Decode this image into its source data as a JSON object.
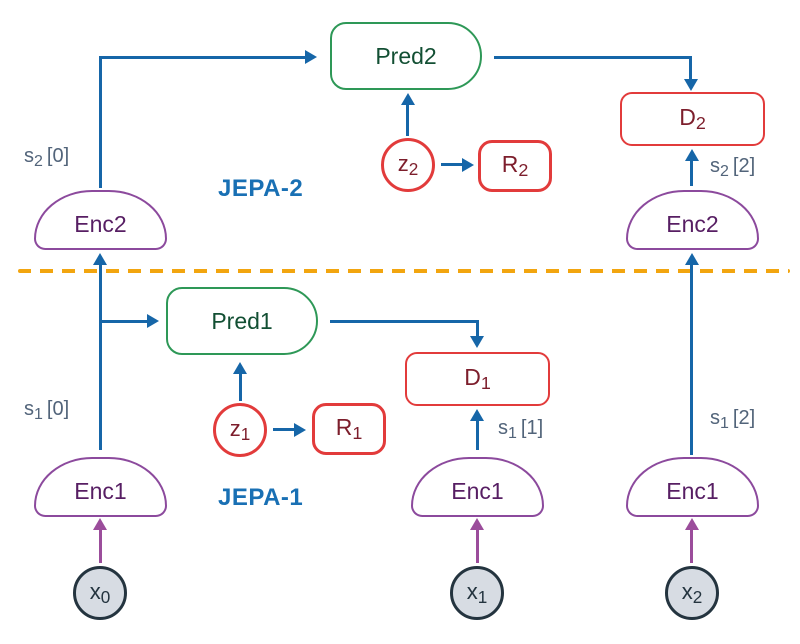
{
  "diagram": {
    "type": "hierarchical-jepa-architecture",
    "levels": {
      "jepa2": {
        "label": "JEPA-2",
        "pred": "Pred2",
        "enc_left": "Enc2",
        "enc_right": "Enc2",
        "d": {
          "base": "D",
          "sub": "2"
        },
        "r": {
          "base": "R",
          "sub": "2"
        },
        "z": {
          "base": "z",
          "sub": "2"
        },
        "s0": {
          "base": "s",
          "sub": "2",
          "index": "[0]"
        },
        "s2": {
          "base": "s",
          "sub": "2",
          "index": "[2]"
        }
      },
      "jepa1": {
        "label": "JEPA-1",
        "pred": "Pred1",
        "enc_left": "Enc1",
        "enc_mid": "Enc1",
        "enc_right": "Enc1",
        "d": {
          "base": "D",
          "sub": "1"
        },
        "r": {
          "base": "R",
          "sub": "1"
        },
        "z": {
          "base": "z",
          "sub": "1"
        },
        "s0": {
          "base": "s",
          "sub": "1",
          "index": "[0]"
        },
        "s1": {
          "base": "s",
          "sub": "1",
          "index": "[1]"
        },
        "s2": {
          "base": "s",
          "sub": "1",
          "index": "[2]"
        }
      }
    },
    "inputs": {
      "x0": {
        "base": "x",
        "sub": "0"
      },
      "x1": {
        "base": "x",
        "sub": "1"
      },
      "x2": {
        "base": "x",
        "sub": "2"
      }
    },
    "colors": {
      "arrow_blue": "#1666A8",
      "encoder_purple": "#8C4A9D",
      "encoder_text": "#571E63",
      "predictor_green": "#2E9857",
      "predictor_text": "#124F33",
      "cost_red": "#E23B3B",
      "cost_text": "#7D1E2C",
      "input_fill": "#D7DCE3",
      "input_border": "#24343F",
      "state_label_slate": "#52647A",
      "jepa_label_blue": "#1970B4",
      "divider_orange": "#F2A50F",
      "input_arrow_purple": "#9B4D9B"
    }
  }
}
